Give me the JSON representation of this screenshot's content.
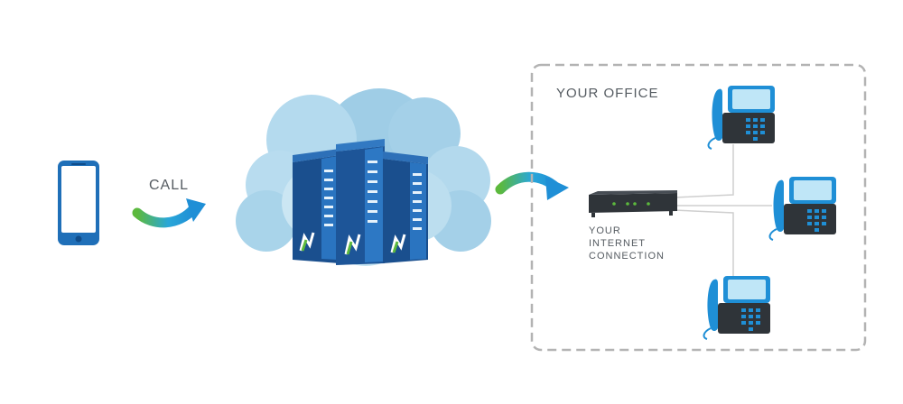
{
  "labels": {
    "call": "CALL",
    "office": "YOUR OFFICE",
    "connection_lines": [
      "YOUR",
      "INTERNET",
      "CONNECTION"
    ]
  },
  "icons": {
    "phone": "smartphone-icon",
    "cloud": "cloud-icon",
    "servers": "server-rack-icon",
    "router": "router-icon",
    "desk_phone": "desk-phone-icon"
  },
  "colors": {
    "blue": "#1f8fd6",
    "dark_blue": "#0f4c8a",
    "green": "#5cb93d",
    "cloud": "#a9d4ea",
    "gray": "#b3b3b3",
    "dark": "#3a3f45"
  }
}
